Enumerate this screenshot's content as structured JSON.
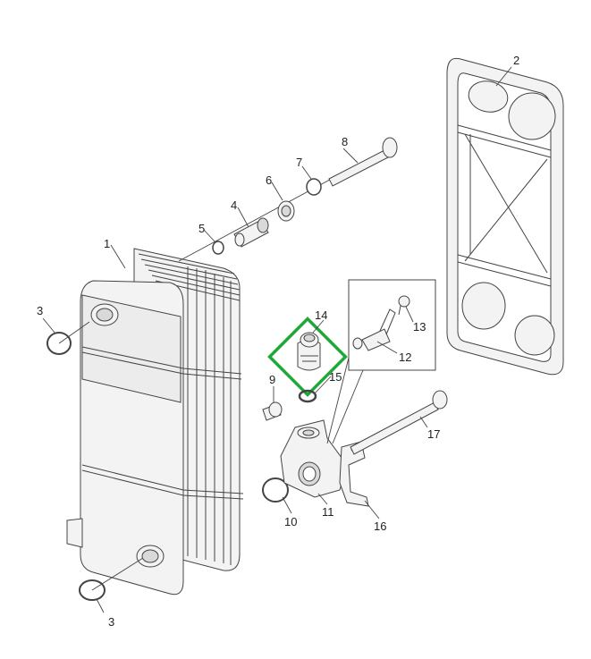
{
  "callouts": {
    "c1": "1",
    "c2": "2",
    "c3a": "3",
    "c3b": "3",
    "c4": "4",
    "c5": "5",
    "c6": "6",
    "c7": "7",
    "c8": "8",
    "c9": "9",
    "c10": "10",
    "c11": "11",
    "c12": "12",
    "c13": "13",
    "c14": "14",
    "c15": "15",
    "c16": "16",
    "c17": "17"
  },
  "colors": {
    "highlight": "#1fa83a",
    "line": "#444444",
    "fill": "#f3f3f3"
  }
}
